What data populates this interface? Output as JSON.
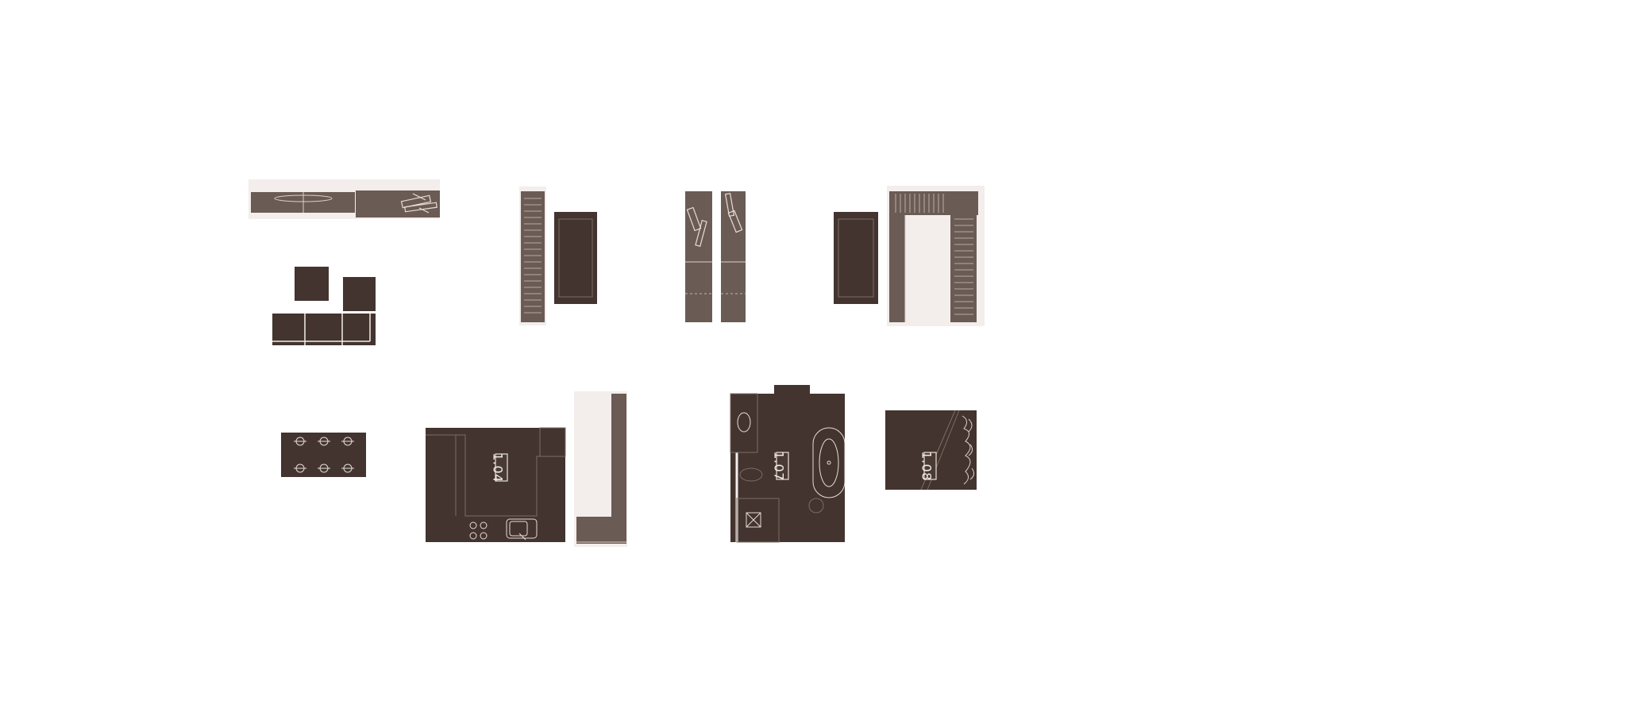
{
  "colors": {
    "background": "#ffffff",
    "dark": "#43342f",
    "medium": "#6b5b55",
    "line": "#d9cfc9",
    "halo": "#f3eeec"
  },
  "rooms": [
    {
      "id": "kitchen",
      "label": "1.04"
    },
    {
      "id": "bathroom",
      "label": "1.07"
    },
    {
      "id": "bedroom",
      "label": "1.08"
    }
  ]
}
